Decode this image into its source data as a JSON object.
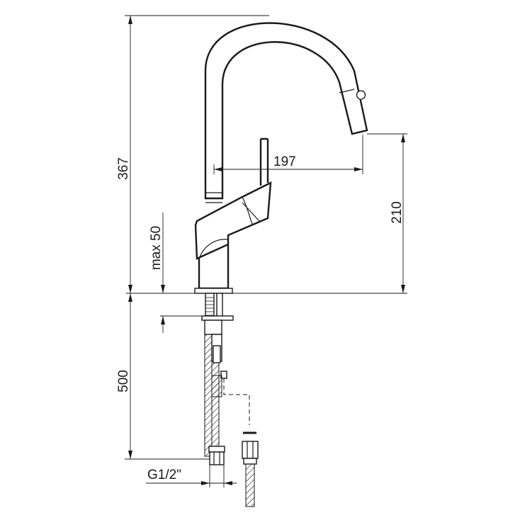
{
  "drawing": {
    "dimensions": {
      "total_height": "367",
      "spout_reach": "197",
      "spout_height": "210",
      "max_deck_thickness": "max 50",
      "hose_length": "500",
      "thread": "G1/2\""
    }
  }
}
